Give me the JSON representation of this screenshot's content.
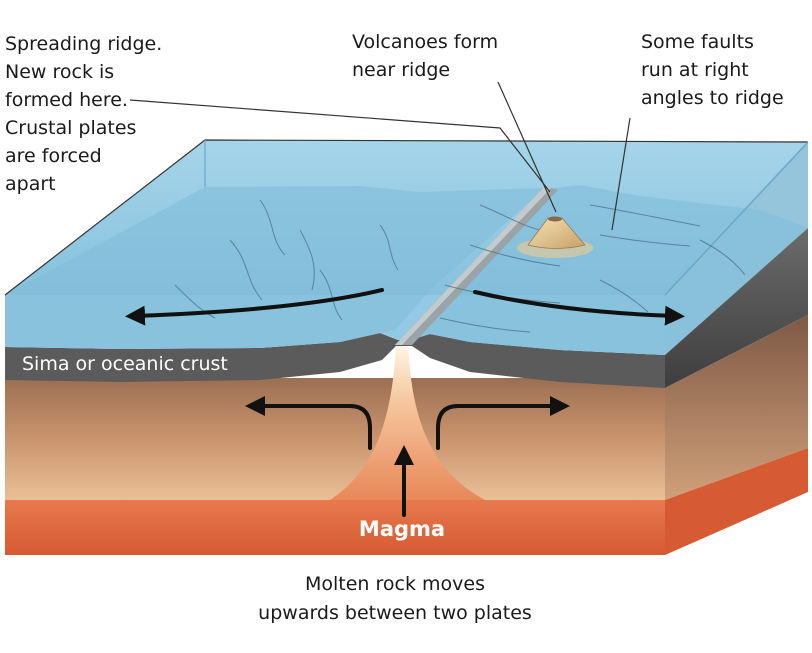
{
  "labels": {
    "spreading_ridge": [
      "Spreading ridge.",
      "New rock is",
      "formed here.",
      "Crustal plates",
      "are forced",
      "apart"
    ],
    "volcanoes": [
      "Volcanoes form",
      "near ridge"
    ],
    "faults": [
      "Some faults",
      "run at right",
      "angles to ridge"
    ],
    "sima": "Sima or oceanic crust",
    "magma": "Magma",
    "molten": [
      "Molten rock moves",
      "upwards between two plates"
    ]
  },
  "colors": {
    "ocean": "#8fc9e2",
    "ocean_top": "#a8d6ea",
    "crust": "#5b5b5b",
    "mantle_top": "#b88462",
    "mantle_bottom": "#e6b488",
    "magma": "#e06a3e",
    "ridge": "#9aa3a8"
  }
}
